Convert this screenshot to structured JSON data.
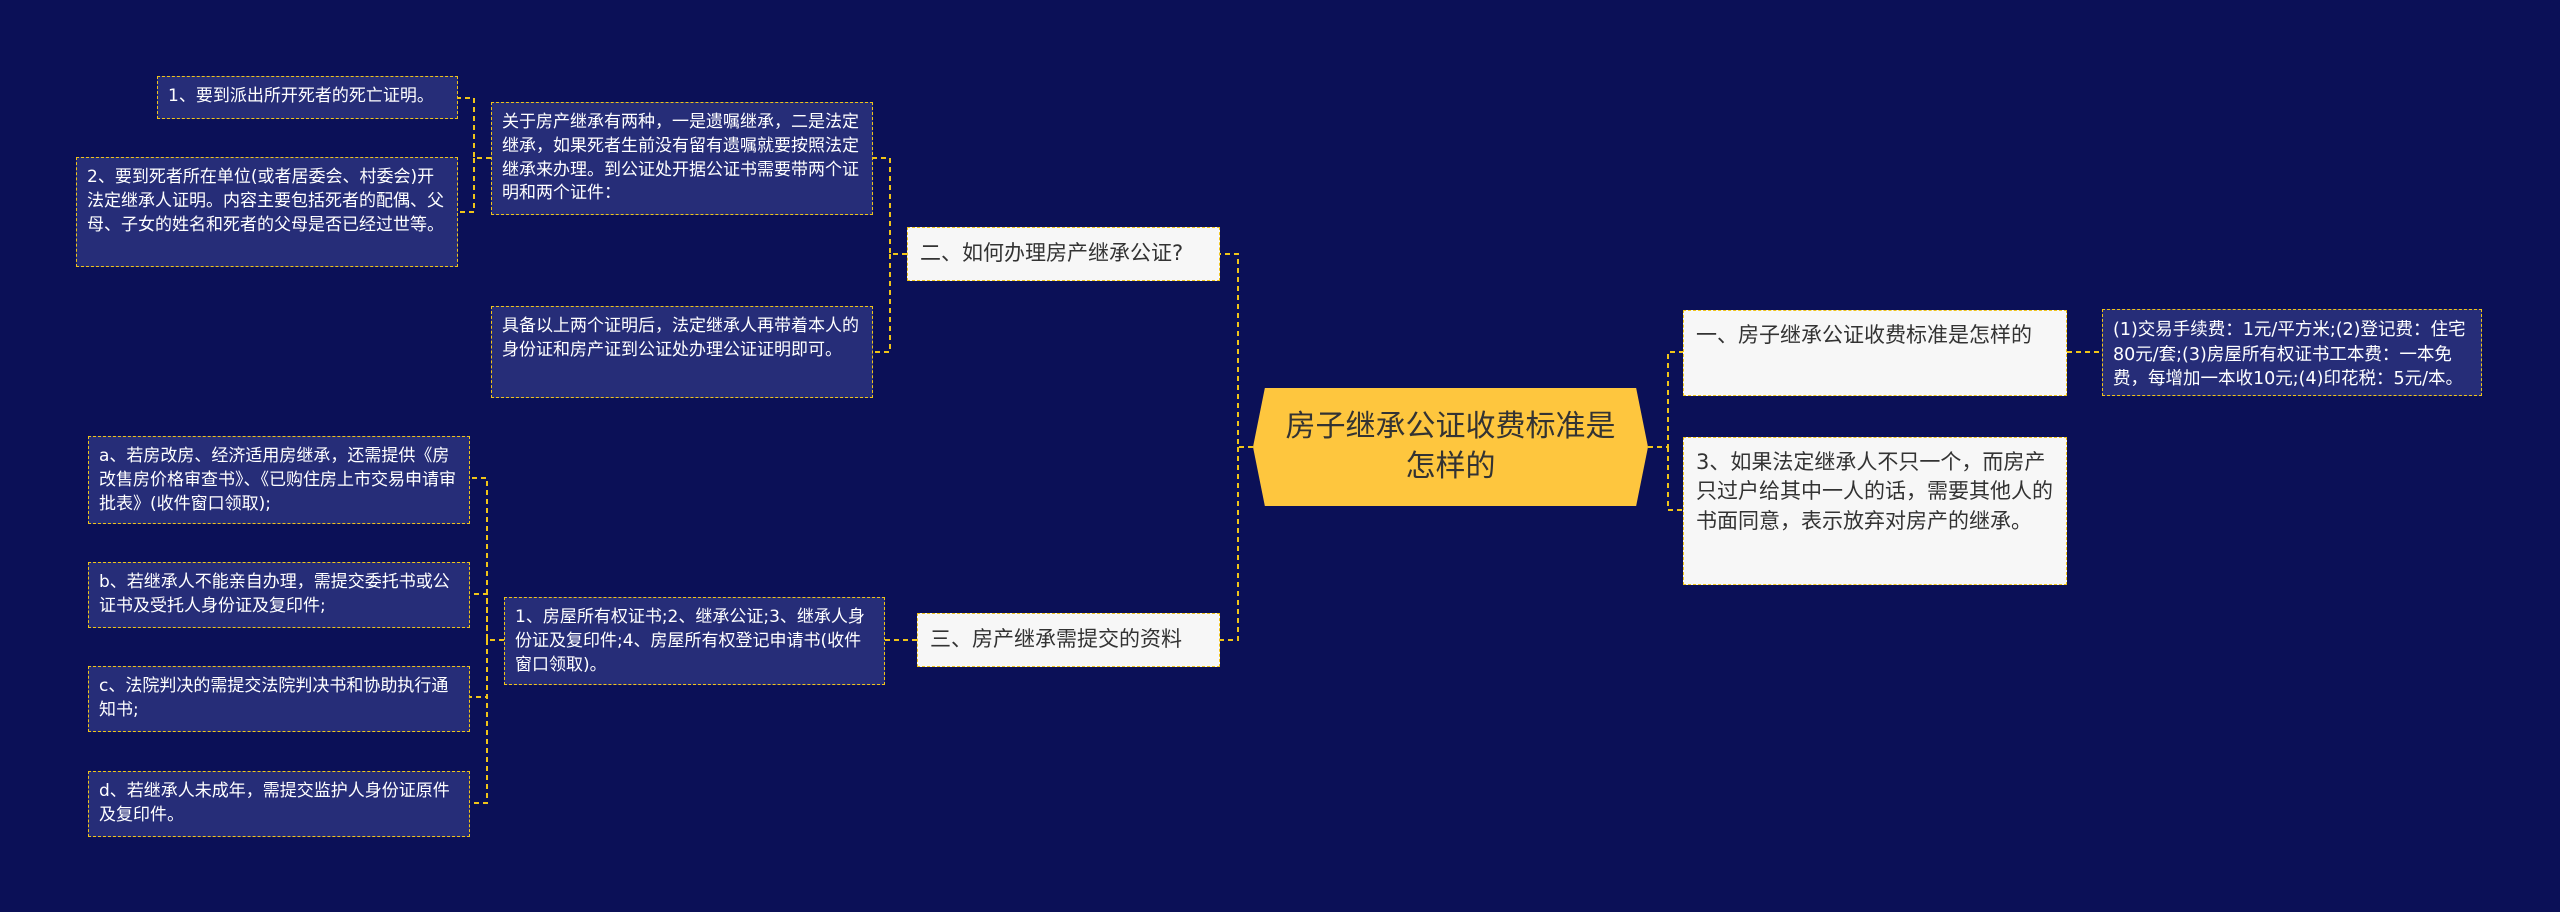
{
  "colors": {
    "background": "#0b1057",
    "root": "#fec63e",
    "connector": "#f0c419",
    "leaf_fill": "#262d78",
    "branch_fill": "#f7f7f7"
  },
  "root": {
    "text": "房子继承公证收费标准是怎样的"
  },
  "branches": {
    "b1": {
      "text": "一、房子继承公证收费标准是怎样的"
    },
    "b2": {
      "text": "二、如何办理房产继承公证?"
    },
    "b3": {
      "text": "三、房产继承需提交的资料"
    },
    "b4": {
      "text": "3、如果法定继承人不只一个，而房产只过户给其中一人的话，需要其他人的书面同意，表示放弃对房产的继承。"
    }
  },
  "leaves": {
    "b1_fee": "(1)交易手续费：1元/平方米;(2)登记费：住宅80元/套;(3)房屋所有权证书工本费：一本免费，每增加一本收10元;(4)印花税：5元/本。",
    "b2_intro": "关于房产继承有两种，一是遗嘱继承，二是法定继承，如果死者生前没有留有遗嘱就要按照法定继承来办理。到公证处开据公证书需要带两个证明和两个证件：",
    "b2_cert1": "1、要到派出所开死者的死亡证明。",
    "b2_cert2": "2、要到死者所在单位(或者居委会、村委会)开法定继承人证明。内容主要包括死者的配偶、父母、子女的姓名和死者的父母是否已经过世等。",
    "b2_after": "具备以上两个证明后，法定继承人再带着本人的身份证和房产证到公证处办理公证证明即可。",
    "b3_docs": "1、房屋所有权证书;2、继承公证;3、继承人身份证及复印件;4、房屋所有权登记申请书(收件窗口领取)。",
    "b3_a": "a、若房改房、经济适用房继承，还需提供《房改售房价格审查书》、《已购住房上市交易申请审批表》(收件窗口领取);",
    "b3_b": "b、若继承人不能亲自办理，需提交委托书或公证书及受托人身份证及复印件;",
    "b3_c": "c、法院判决的需提交法院判决书和协助执行通知书;",
    "b3_d": "d、若继承人未成年，需提交监护人身份证原件及复印件。"
  }
}
